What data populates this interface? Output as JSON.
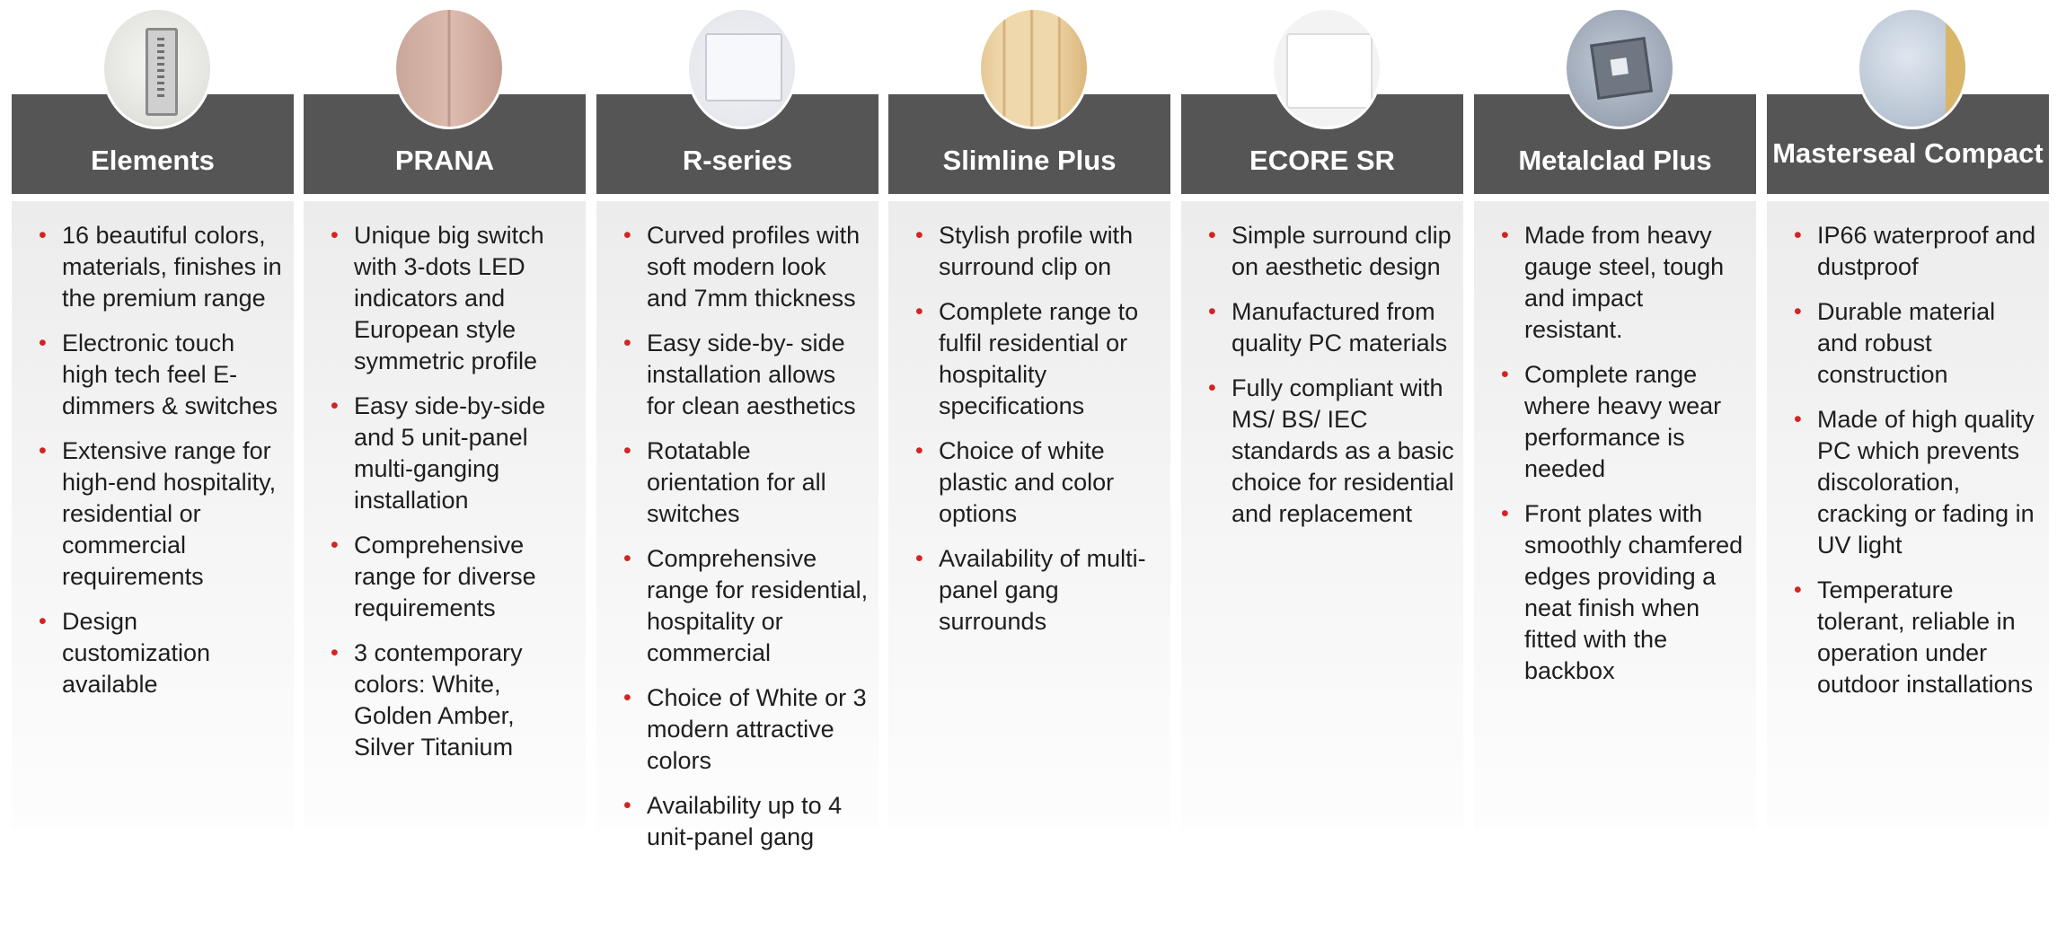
{
  "colors": {
    "header_bg": "#555555",
    "bullet": "#d32323"
  },
  "products": [
    {
      "title": "Elements",
      "image_icon": "dimmer-panel-icon",
      "bullets": [
        "16 beautiful colors, materials, finishes in the premium range",
        "Electronic touch high tech feel E-dimmers & switches",
        "Extensive range for high-end hospitality, residential or commercial requirements",
        "Design customization available"
      ]
    },
    {
      "title": "PRANA",
      "image_icon": "switch-plate-icon",
      "bullets": [
        "Unique big switch with 3-dots LED indicators and European style symmetric profile",
        "Easy side-by-side and 5 unit-panel multi-ganging installation",
        "Comprehensive range for diverse requirements",
        "3 contemporary colors: White, Golden Amber, Silver Titanium"
      ]
    },
    {
      "title": "R-series",
      "image_icon": "switch-plate-icon",
      "bullets": [
        "Curved profiles with soft modern look and 7mm thickness",
        "Easy side-by- side installation allows for clean aesthetics",
        "Rotatable orientation for all switches",
        "Comprehensive range for residential, hospitality or commercial",
        "Choice of White or 3 modern attractive colors",
        "Availability up to 4 unit-panel gang"
      ]
    },
    {
      "title": "Slimline Plus",
      "image_icon": "switch-plate-icon",
      "bullets": [
        "Stylish profile with surround clip on",
        "Complete range to fulfil residential or hospitality specifications",
        "Choice of white plastic and color options",
        "Availability of multi-panel gang surrounds"
      ]
    },
    {
      "title": "ECORE SR",
      "image_icon": "switch-plate-icon",
      "bullets": [
        "Simple surround clip on aesthetic design",
        "Manufactured from quality PC materials",
        "Fully compliant with MS/ BS/ IEC standards  as a basic choice for residential and replacement"
      ]
    },
    {
      "title": "Metalclad Plus",
      "image_icon": "metal-switch-box-icon",
      "bullets": [
        "Made from heavy gauge steel, tough and impact resistant.",
        "Complete range where heavy wear performance is needed",
        "Front plates with smoothly chamfered edges providing a neat finish when fitted with the backbox"
      ]
    },
    {
      "title": "Masterseal Compact",
      "image_icon": "waterproof-switch-icon",
      "bullets": [
        "IP66 waterproof and dustproof",
        "Durable material and robust construction",
        "Made of high quality PC which prevents discoloration, cracking or fading in UV light",
        "Temperature tolerant, reliable in operation under outdoor installations"
      ]
    }
  ]
}
